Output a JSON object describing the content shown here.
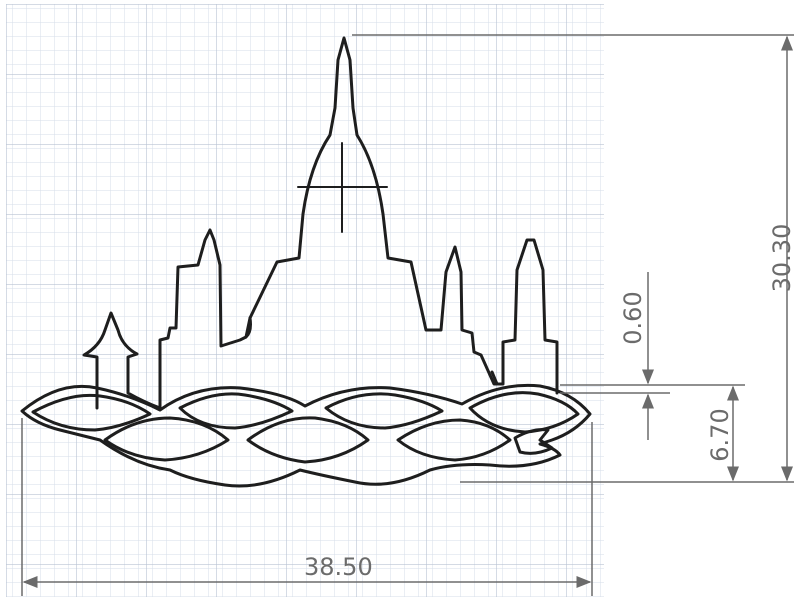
{
  "dimensions": {
    "overall_width": "38.50",
    "overall_height": "30.30",
    "base_height": "6.70",
    "gap": "0.60"
  },
  "colors": {
    "background": "#ffffff",
    "grid_minor": "#d6dde8",
    "grid_major": "#b9c3d3",
    "outline": "#1e1e1e",
    "dimension": "#6b6b6b"
  }
}
